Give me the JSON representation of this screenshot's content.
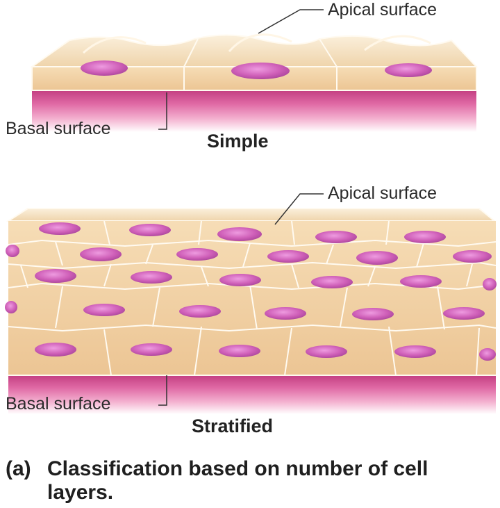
{
  "simple": {
    "apical_label": "Apical surface",
    "basal_label": "Basal surface",
    "title": "Simple"
  },
  "stratified": {
    "apical_label": "Apical surface",
    "basal_label": "Basal surface",
    "title": "Stratified"
  },
  "caption": {
    "letter": "(a)",
    "text": "Classification based on number of cell layers."
  },
  "colors": {
    "cell": "#f3d4a8",
    "cell_top": "#f8e6c8",
    "cell_edge": "#fffaf0",
    "nucleus": "#cf5fb8",
    "basement": "#d9478f"
  }
}
